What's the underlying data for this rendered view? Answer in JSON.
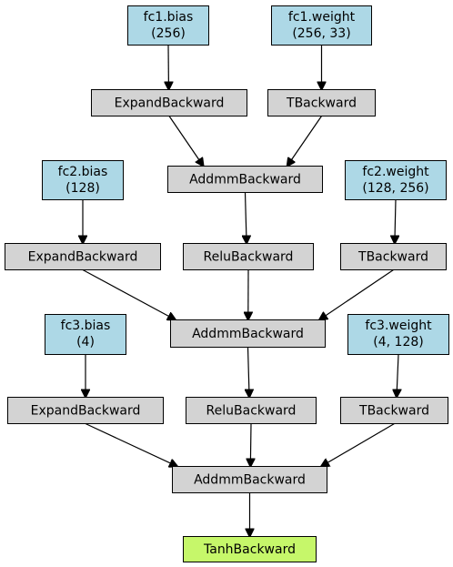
{
  "colors": {
    "param_fill": "#add8e6",
    "op_fill": "#d3d3d3",
    "output_fill": "#c6f76a",
    "stroke": "#000000"
  },
  "nodes": {
    "fc1_bias": {
      "label": "fc1.bias",
      "shape_text": "(256)",
      "kind": "param"
    },
    "fc1_weight": {
      "label": "fc1.weight",
      "shape_text": "(256, 33)",
      "kind": "param"
    },
    "expand1": {
      "label": "ExpandBackward",
      "kind": "op"
    },
    "t1": {
      "label": "TBackward",
      "kind": "op"
    },
    "addmm1": {
      "label": "AddmmBackward",
      "kind": "op"
    },
    "fc2_bias": {
      "label": "fc2.bias",
      "shape_text": "(128)",
      "kind": "param"
    },
    "fc2_weight": {
      "label": "fc2.weight",
      "shape_text": "(128, 256)",
      "kind": "param"
    },
    "expand2": {
      "label": "ExpandBackward",
      "kind": "op"
    },
    "relu1": {
      "label": "ReluBackward",
      "kind": "op"
    },
    "t2": {
      "label": "TBackward",
      "kind": "op"
    },
    "addmm2": {
      "label": "AddmmBackward",
      "kind": "op"
    },
    "fc3_bias": {
      "label": "fc3.bias",
      "shape_text": "(4)",
      "kind": "param"
    },
    "fc3_weight": {
      "label": "fc3.weight",
      "shape_text": "(4, 128)",
      "kind": "param"
    },
    "expand3": {
      "label": "ExpandBackward",
      "kind": "op"
    },
    "relu2": {
      "label": "ReluBackward",
      "kind": "op"
    },
    "t3": {
      "label": "TBackward",
      "kind": "op"
    },
    "addmm3": {
      "label": "AddmmBackward",
      "kind": "op"
    },
    "tanh": {
      "label": "TanhBackward",
      "kind": "output"
    }
  },
  "edges": [
    [
      "fc1_bias",
      "expand1"
    ],
    [
      "fc1_weight",
      "t1"
    ],
    [
      "expand1",
      "addmm1"
    ],
    [
      "t1",
      "addmm1"
    ],
    [
      "fc2_bias",
      "expand2"
    ],
    [
      "addmm1",
      "relu1"
    ],
    [
      "fc2_weight",
      "t2"
    ],
    [
      "expand2",
      "addmm2"
    ],
    [
      "relu1",
      "addmm2"
    ],
    [
      "t2",
      "addmm2"
    ],
    [
      "fc3_bias",
      "expand3"
    ],
    [
      "addmm2",
      "relu2"
    ],
    [
      "fc3_weight",
      "t3"
    ],
    [
      "expand3",
      "addmm3"
    ],
    [
      "relu2",
      "addmm3"
    ],
    [
      "t3",
      "addmm3"
    ],
    [
      "addmm3",
      "tanh"
    ]
  ]
}
